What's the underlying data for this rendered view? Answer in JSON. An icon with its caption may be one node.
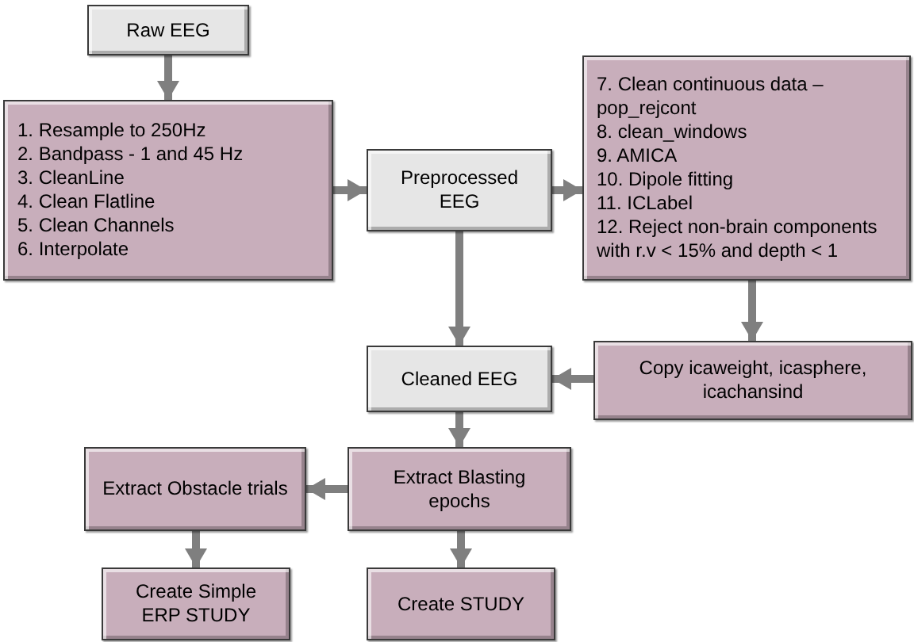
{
  "diagram": {
    "nodes": [
      {
        "text": [
          "Raw EEG"
        ]
      },
      {
        "text": [
          "1. Resample to 250Hz",
          "2. Bandpass - 1 and 45 Hz",
          "3. CleanLine",
          "4. Clean Flatline",
          "5. Clean Channels",
          "6. Interpolate"
        ]
      },
      {
        "text": [
          "Preprocessed EEG"
        ]
      },
      {
        "text": [
          "7. Clean continuous data – pop_rejcont",
          "8. clean_windows",
          "9. AMICA",
          "10. Dipole fitting",
          "11. ICLabel",
          "12. Reject non-brain components with r.v < 15% and depth < 1"
        ]
      },
      {
        "text": [
          "Cleaned EEG"
        ]
      },
      {
        "text": [
          "Copy icaweight, icasphere, icachansind"
        ]
      },
      {
        "text": [
          "Extract Blasting epochs"
        ]
      },
      {
        "text": [
          "Extract Obstacle trials"
        ]
      },
      {
        "text": [
          "Create Simple ERP STUDY"
        ]
      },
      {
        "text": [
          "Create STUDY"
        ]
      }
    ],
    "edges": [
      {
        "from": 0,
        "to": 1,
        "arrow": "to"
      },
      {
        "from": 1,
        "to": 2,
        "arrow": "to"
      },
      {
        "from": 2,
        "to": 3,
        "arrow": "to"
      },
      {
        "from": 2,
        "to": 4,
        "arrow": "to"
      },
      {
        "from": 3,
        "to": 5,
        "arrow": "to"
      },
      {
        "from": 5,
        "to": 4,
        "arrow": "to"
      },
      {
        "from": 4,
        "to": 6,
        "arrow": "to"
      },
      {
        "from": 6,
        "to": 7,
        "arrow": "to"
      },
      {
        "from": 7,
        "to": 8,
        "arrow": "to"
      },
      {
        "from": 6,
        "to": 9,
        "arrow": "to"
      }
    ]
  }
}
